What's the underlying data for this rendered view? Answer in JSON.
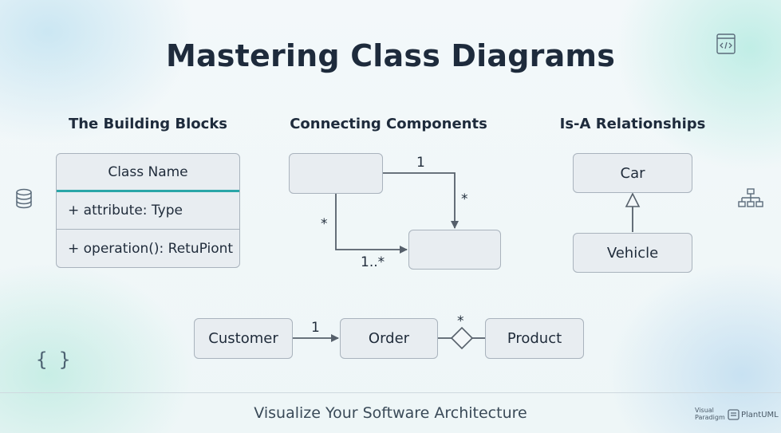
{
  "title": "Mastering Class Diagrams",
  "sections": {
    "building_blocks": {
      "heading": "The Building Blocks",
      "class_name": "Class Name",
      "attribute": "+ attribute: Type",
      "operation": "+ operation(): RetuPiont"
    },
    "connecting": {
      "heading": "Connecting Components",
      "label_top": "1",
      "label_right": "*",
      "label_left": "*",
      "label_bottom": "1..*"
    },
    "is_a": {
      "heading": "Is-A Relationships",
      "parent": "Car",
      "child": "Vehicle"
    }
  },
  "bottom_flow": {
    "customer": "Customer",
    "order": "Order",
    "product": "Product",
    "label_one": "1",
    "label_many": "*"
  },
  "footer": {
    "tagline": "Visualize Your Software Architecture",
    "brand_visual_line1": "Visual",
    "brand_visual_line2": "Paradigm",
    "brand_plantuml": "PlantUML"
  },
  "icons": {
    "top_right": "code-window-icon",
    "left": "database-icon",
    "right": "hierarchy-icon",
    "bottom_left": "curly-braces-icon",
    "footer_logo": "plantuml-logo-icon"
  },
  "colors": {
    "accent": "#2aa6a8",
    "box_fill": "#e8edf1",
    "box_border": "#a9b3bd",
    "line": "#56606b",
    "text": "#1e2b3c"
  }
}
